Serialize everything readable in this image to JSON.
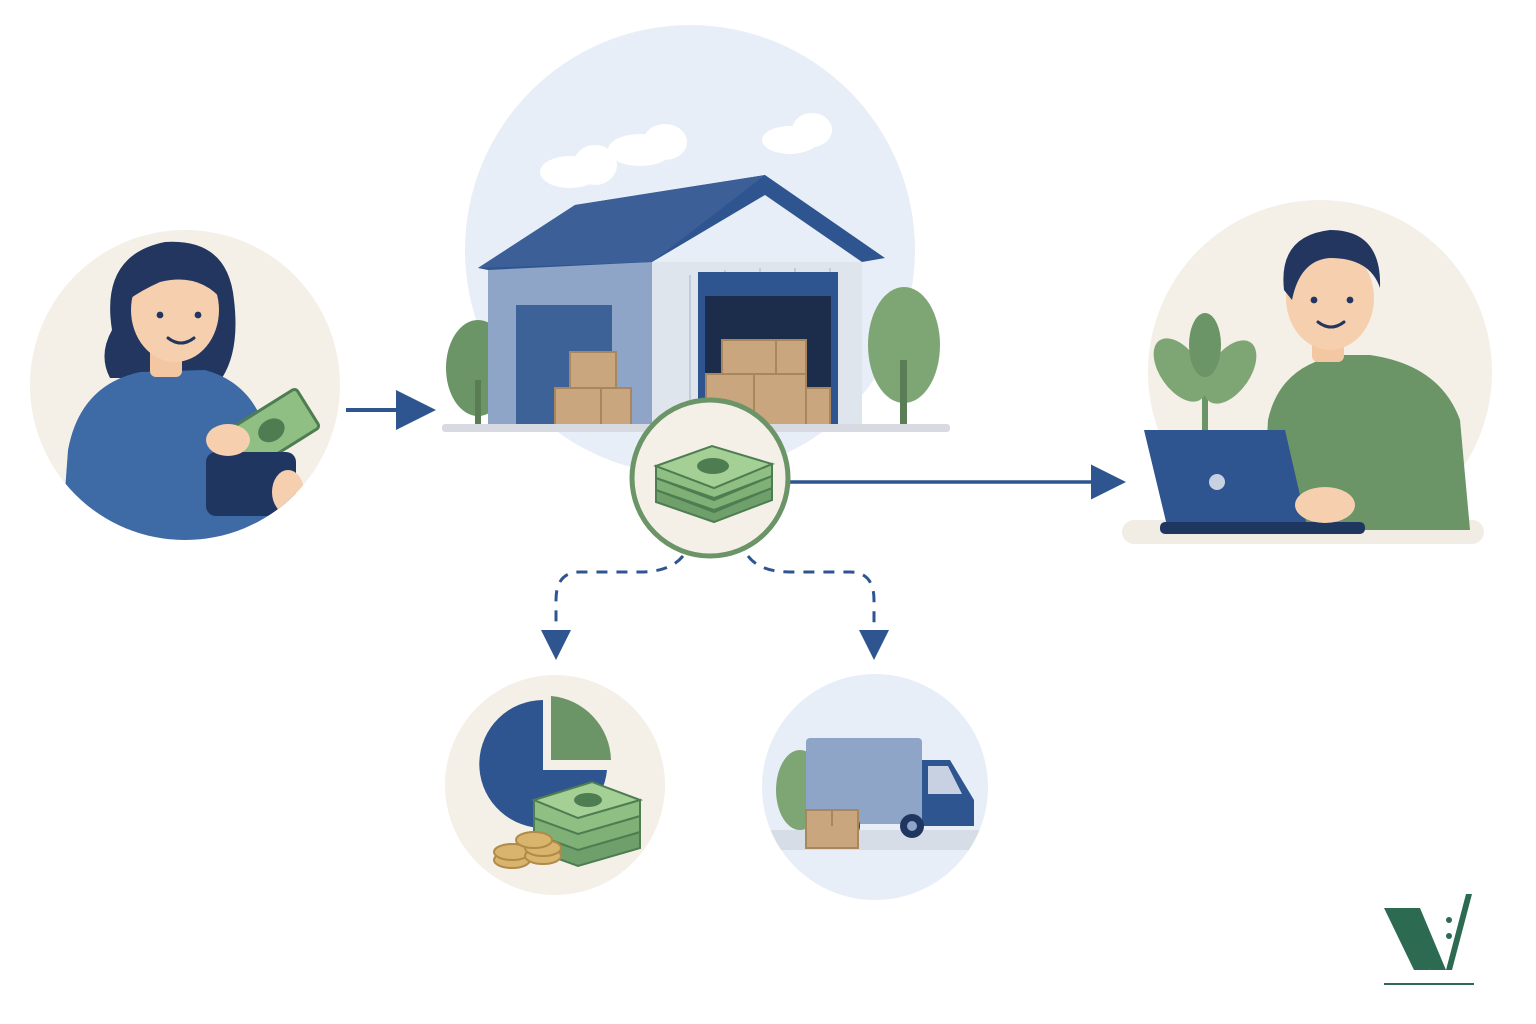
{
  "diagram": {
    "nodes": [
      {
        "id": "customer",
        "icon": "customer-paying-icon"
      },
      {
        "id": "warehouse",
        "icon": "warehouse-icon"
      },
      {
        "id": "payment",
        "icon": "cash-stack-icon"
      },
      {
        "id": "seller",
        "icon": "seller-laptop-icon"
      },
      {
        "id": "fees",
        "icon": "pie-chart-money-icon"
      },
      {
        "id": "shipping",
        "icon": "delivery-truck-icon"
      }
    ],
    "edges": [
      {
        "from": "customer",
        "to": "warehouse",
        "style": "solid"
      },
      {
        "from": "payment",
        "to": "seller",
        "style": "solid"
      },
      {
        "from": "payment",
        "to": "fees",
        "style": "dashed"
      },
      {
        "from": "payment",
        "to": "shipping",
        "style": "dashed"
      }
    ],
    "logo": {
      "icon": "brand-logo-icon"
    }
  },
  "colors": {
    "navy": "#2f5590",
    "blue_sweater": "#3e6aa6",
    "green": "#6b9467",
    "green_light": "#9bbf86",
    "cash": "#8fbf82",
    "box": "#c9a67d",
    "cream": "#f4f0e8",
    "sky": "#e7eef7",
    "gold": "#d8b46c"
  }
}
